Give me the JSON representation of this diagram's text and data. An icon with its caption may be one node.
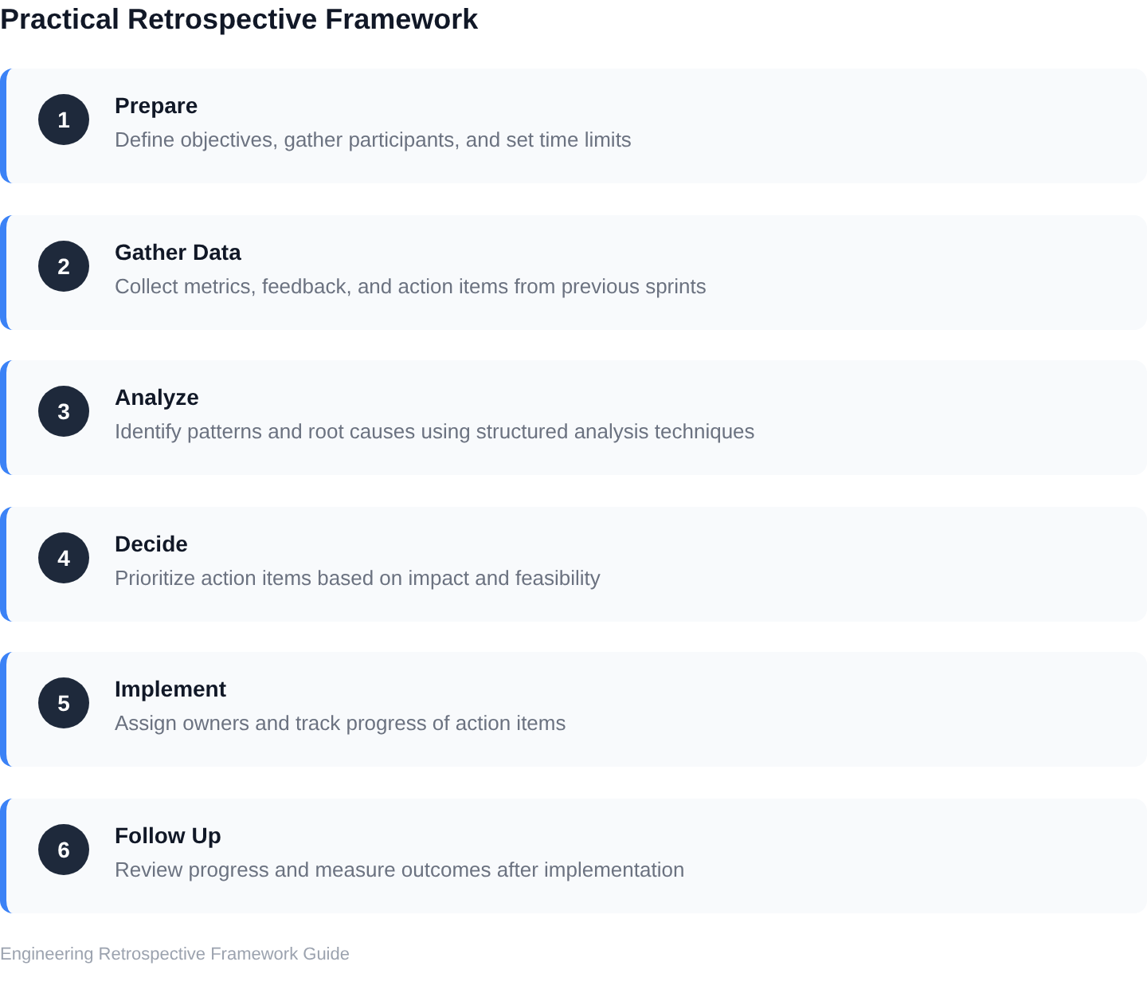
{
  "diagram": {
    "title": "Practical Retrospective Framework",
    "caption": "Engineering Retrospective Framework Guide",
    "nodes": [
      {
        "text": [
          "Prepare",
          "Define objectives, gather participants, and set time limits"
        ]
      },
      {
        "text": [
          "1"
        ],
        "in": 0
      },
      {
        "text": [
          "Gather Data",
          "Collect metrics, feedback, and action items from previous sprints"
        ]
      },
      {
        "text": [
          "2"
        ],
        "in": 2
      },
      {
        "text": [
          "Analyze",
          "Identify patterns and root causes using structured analysis techniques"
        ]
      },
      {
        "text": [
          "3"
        ],
        "in": 4
      },
      {
        "text": [
          "Decide",
          "Prioritize action items based on impact and feasibility"
        ]
      },
      {
        "text": [
          "4"
        ],
        "in": 6
      },
      {
        "text": [
          "Implement",
          "Assign owners and track progress of action items"
        ]
      },
      {
        "text": [
          "5"
        ],
        "in": 8
      },
      {
        "text": [
          "Follow Up",
          "Review progress and measure outcomes after implementation"
        ]
      },
      {
        "text": [
          "6"
        ],
        "in": 10
      }
    ]
  }
}
